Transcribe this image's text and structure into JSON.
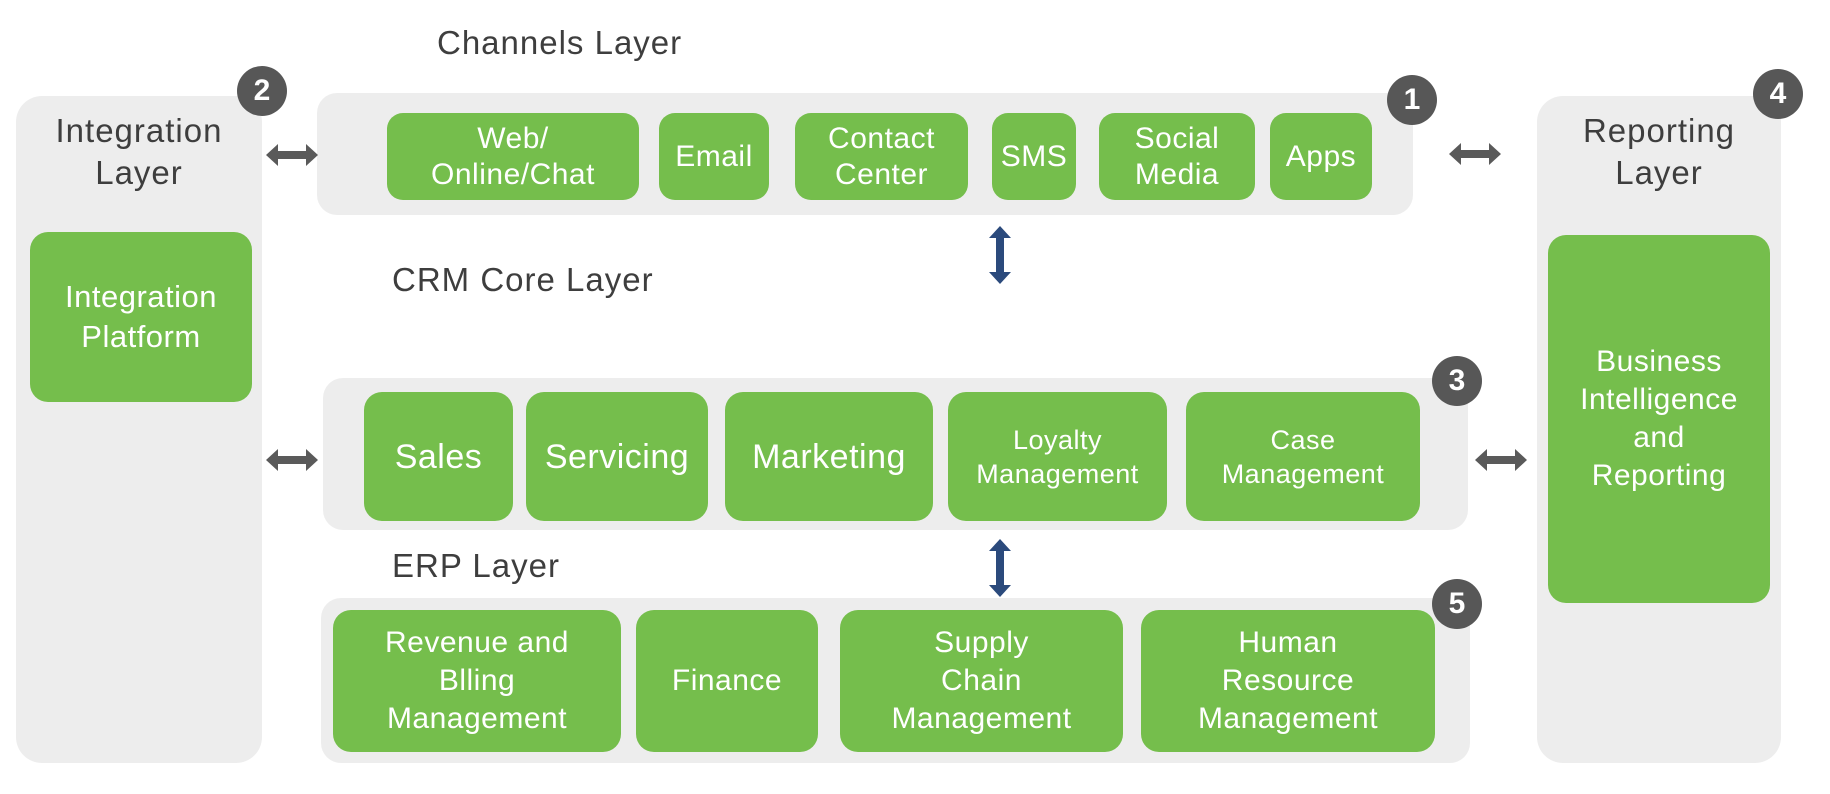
{
  "colors": {
    "box_green": "#75BE4C",
    "panel_gray": "#EDEDED",
    "badge_gray": "#575757",
    "arrow_gray": "#5A5A5A",
    "arrow_blue": "#2B4A7C",
    "title_text": "#3E3E3E",
    "box_text": "#FFFFFF",
    "page_bg": "#FFFFFF"
  },
  "icons": {
    "horizontal_arrow": "double-headed-horizontal-arrow",
    "vertical_arrow": "double-headed-vertical-arrow"
  },
  "channels": {
    "title": "Channels Layer",
    "badge": "1",
    "boxes": [
      {
        "lines": [
          "Web/",
          "Online/Chat"
        ]
      },
      {
        "lines": [
          "Email"
        ]
      },
      {
        "lines": [
          "Contact",
          "Center"
        ]
      },
      {
        "lines": [
          "SMS"
        ]
      },
      {
        "lines": [
          "Social",
          "Media"
        ]
      },
      {
        "lines": [
          "Apps"
        ]
      }
    ]
  },
  "crm": {
    "title": "CRM Core Layer",
    "badge": "3",
    "boxes": [
      {
        "lines": [
          "Sales"
        ]
      },
      {
        "lines": [
          "Servicing"
        ]
      },
      {
        "lines": [
          "Marketing"
        ]
      },
      {
        "lines": [
          "Loyalty",
          "Management"
        ]
      },
      {
        "lines": [
          "Case",
          "Management"
        ]
      }
    ]
  },
  "erp": {
    "title": "ERP Layer",
    "badge": "5",
    "boxes": [
      {
        "lines": [
          "Revenue and",
          "Blling",
          "Management"
        ]
      },
      {
        "lines": [
          "Finance"
        ]
      },
      {
        "lines": [
          "Supply",
          "Chain",
          "Management"
        ]
      },
      {
        "lines": [
          "Human",
          "Resource",
          "Management"
        ]
      }
    ]
  },
  "integration": {
    "title_lines": [
      "Integration",
      "Layer"
    ],
    "badge": "2",
    "box_lines": [
      "Integration",
      "Platform"
    ]
  },
  "reporting": {
    "title_lines": [
      "Reporting",
      "Layer"
    ],
    "badge": "4",
    "box_lines": [
      "Business",
      "Intelligence",
      "and",
      "Reporting"
    ]
  }
}
